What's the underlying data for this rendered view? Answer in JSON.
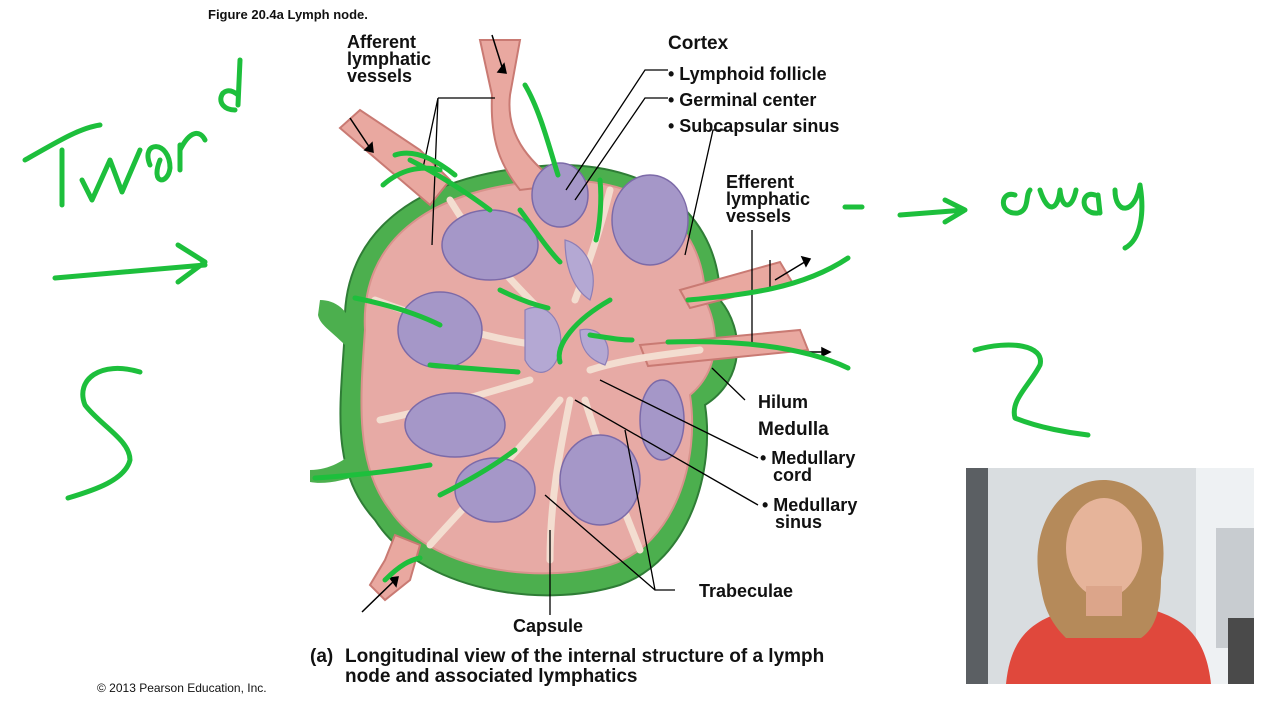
{
  "figure_title": "Figure 20.4a  Lymph node.",
  "labels": {
    "afferent": [
      "Afferent",
      "lymphatic",
      "vessels"
    ],
    "cortex": "Cortex",
    "cortex_items": [
      "• Lymphoid follicle",
      "• Germinal center",
      "• Subcapsular sinus"
    ],
    "efferent": [
      "Efferent",
      "lymphatic",
      "vessels"
    ],
    "hilum": "Hilum",
    "medulla": "Medulla",
    "medullary_cord": [
      "• Medullary",
      "cord"
    ],
    "medullary_sinus": [
      "• Medullary",
      "sinus"
    ],
    "trabeculae": "Trabeculae",
    "capsule": "Capsule"
  },
  "caption": {
    "tag": "(a)",
    "lines": [
      "Longitudinal view of the internal structure of a lymph",
      "node and associated lymphatics"
    ]
  },
  "copyright": "© 2013 Pearson Education, Inc.",
  "colors": {
    "ink_green": "#1dbf3c",
    "capsule_green": "#4caf4e",
    "node_pink": "#e7aaa5",
    "follicle_purple": "#9f8fc2",
    "webcam_bg": "#dfe3e6"
  },
  "webcam": {
    "icon": "presenter-video"
  }
}
